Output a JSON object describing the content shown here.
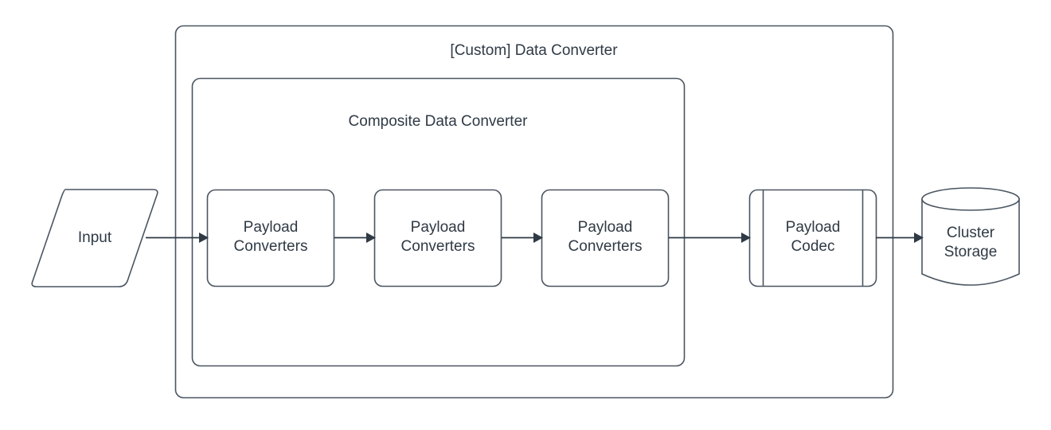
{
  "diagram": {
    "type": "flowchart",
    "title": "[Custom] Data Converter",
    "background_color": "#ffffff",
    "stroke_color": "#4A5561",
    "text_color": "#2F3A45",
    "containers": [
      {
        "id": "custom-data-converter",
        "label": "[Custom] Data Converter",
        "shape": "rounded-rectangle"
      },
      {
        "id": "composite-data-converter",
        "label": "Composite Data Converter",
        "shape": "rounded-rectangle"
      }
    ],
    "nodes": [
      {
        "id": "input",
        "label": "Input",
        "shape": "parallelogram"
      },
      {
        "id": "payload-converters-1",
        "label": "Payload\nConverters",
        "shape": "rounded-rectangle"
      },
      {
        "id": "payload-converters-2",
        "label": "Payload\nConverters",
        "shape": "rounded-rectangle"
      },
      {
        "id": "payload-converters-3",
        "label": "Payload\nConverters",
        "shape": "rounded-rectangle"
      },
      {
        "id": "payload-codec",
        "label": "Payload\nCodec",
        "shape": "predefined-process"
      },
      {
        "id": "cluster-storage",
        "label": "Cluster\nStorage",
        "shape": "cylinder"
      }
    ],
    "edges": [
      {
        "id": "edge-1",
        "from": "input",
        "to": "payload-converters-1",
        "arrow": "single"
      },
      {
        "id": "edge-2",
        "from": "payload-converters-1",
        "to": "payload-converters-2",
        "arrow": "single"
      },
      {
        "id": "edge-3",
        "from": "payload-converters-2",
        "to": "payload-converters-3",
        "arrow": "single"
      },
      {
        "id": "edge-4",
        "from": "payload-converters-3",
        "to": "payload-codec",
        "arrow": "single"
      },
      {
        "id": "edge-5",
        "from": "payload-codec",
        "to": "cluster-storage",
        "arrow": "single"
      }
    ]
  }
}
